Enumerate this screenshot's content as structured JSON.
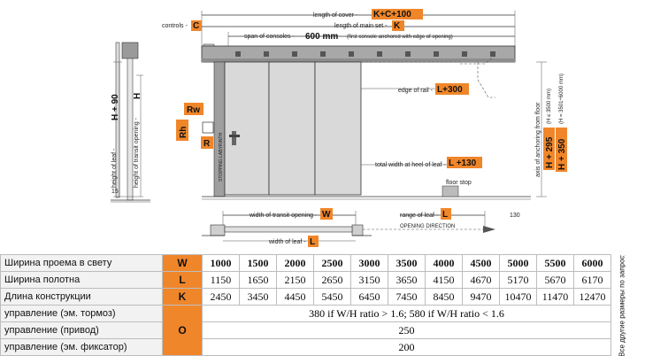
{
  "diagram": {
    "labels": {
      "length_of_cover": "length of cover -",
      "length_of_cover_tag": "K+C+100",
      "length_of_main_set": "length of main set -",
      "length_of_main_set_tag": "K",
      "controls": "controls -",
      "controls_tag": "C",
      "span_of_consoles": "span of consoles -",
      "span_value": "600 mm",
      "span_note": "(first console anchored with edge of opening)",
      "edge_of_rail": "edge of rail -",
      "edge_of_rail_tag": "L+300",
      "total_width": "total width at heel of leaf -",
      "total_width_tag": "L +130",
      "floor_stop": "floor stop",
      "axis_anchoring": "axis of anchoring from floor",
      "h_295": "H + 295",
      "h_295_cond": "(H ≤ 3500 mm)",
      "h_350": "H + 350",
      "h_350_cond": "(H = 3501÷6000 mm)",
      "height_of_leaf": "height of leaf -",
      "height_of_leaf_tag": "H + 90",
      "height_transit": "height of transit opening -",
      "height_transit_tag": "H",
      "rw": "Rw",
      "rh": "Rh",
      "r": "R",
      "stopping_labyrinth": "STOPPING LABYRINTH",
      "num_15": "15",
      "width_transit": "width of transit opening -",
      "width_transit_tag": "W",
      "range_of_leaf": "range of leaf -",
      "range_of_leaf_tag": "L",
      "num_130": "130",
      "opening_direction": "OPENING DIRECTION",
      "width_of_leaf": "width of leaf -",
      "width_of_leaf_tag": "L"
    }
  },
  "table": {
    "rows": [
      {
        "label": "Ширина проема в свету",
        "letter": "W",
        "values": [
          "1000",
          "1500",
          "2000",
          "2500",
          "3000",
          "3500",
          "4000",
          "4500",
          "5000",
          "5500",
          "6000"
        ]
      },
      {
        "label": "Ширина полотна",
        "letter": "L",
        "values": [
          "1150",
          "1650",
          "2150",
          "2650",
          "3150",
          "3650",
          "4150",
          "4670",
          "5170",
          "5670",
          "6170"
        ]
      },
      {
        "label": "Длина конструкции",
        "letter": "K",
        "values": [
          "2450",
          "3450",
          "4450",
          "5450",
          "6450",
          "7450",
          "8450",
          "9470",
          "10470",
          "11470",
          "12470"
        ]
      },
      {
        "label": "управление (эм. тормоз)",
        "span_value": "380 if W/H ratio > 1.6; 580 if W/H ratio < 1.6"
      },
      {
        "label": "управление (привод)",
        "span_value": "250"
      },
      {
        "label": "управление (эм. фиксатор)",
        "span_value": "200"
      }
    ],
    "merged_letter": "O",
    "side_note": "Все другие размеры по запросу."
  }
}
